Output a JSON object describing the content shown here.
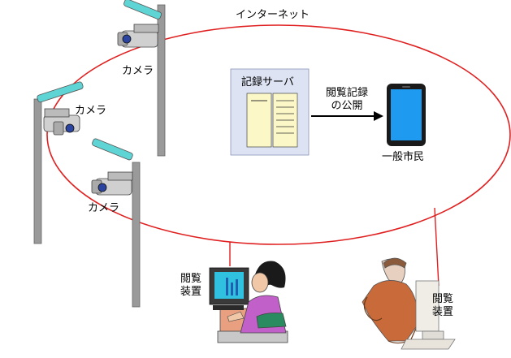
{
  "network": {
    "label": "インターネット",
    "line_color": "#e02020"
  },
  "cameras": [
    {
      "label": "カメラ"
    },
    {
      "label": "カメラ"
    },
    {
      "label": "カメラ"
    }
  ],
  "server": {
    "label": "記録サーバ",
    "box_color": "#dde3f3"
  },
  "publish": {
    "line1": "閲覧記録",
    "line2": "の公開"
  },
  "citizen": {
    "label": "一般市民",
    "device_icon": "tablet-icon",
    "screen_color": "#1e9bf0"
  },
  "viewer_left": {
    "line1": "閲覧",
    "line2": "装置"
  },
  "viewer_right": {
    "line1": "閲覧",
    "line2": "装置"
  },
  "colors": {
    "lamp": "#5fd4d4",
    "pole": "#9a9a9a",
    "camera_body": "#d0d0d0",
    "lens": "#2a44a0"
  }
}
